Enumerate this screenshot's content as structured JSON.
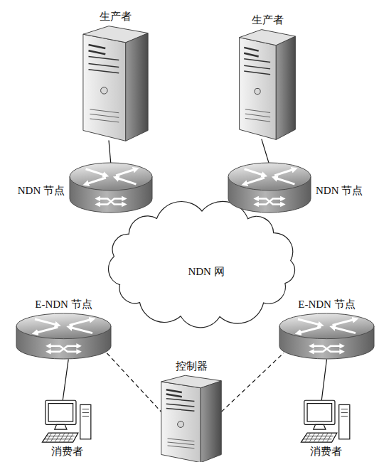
{
  "diagram": {
    "nodes": [
      {
        "text": [
          "生产者"
        ]
      },
      {
        "text": [
          "生产者"
        ]
      },
      {
        "text": [
          "NDN 节点"
        ]
      },
      {
        "text": [
          "NDN 节点"
        ]
      },
      {
        "text": [
          "NDN 网"
        ]
      },
      {
        "text": [
          "E-NDN 节点"
        ]
      },
      {
        "text": [
          "E-NDN 节点"
        ]
      },
      {
        "text": [
          "控制器"
        ]
      },
      {
        "text": [
          "消费者"
        ]
      },
      {
        "text": [
          "消费者"
        ]
      }
    ],
    "edges": [
      {
        "from": 0,
        "to": 2,
        "arrow": "none"
      },
      {
        "from": 1,
        "to": 3,
        "arrow": "none"
      },
      {
        "from": 5,
        "to": 8,
        "arrow": "none"
      },
      {
        "from": 6,
        "to": 9,
        "arrow": "none"
      },
      {
        "from": 5,
        "to": 7,
        "arrow": "none"
      },
      {
        "from": 7,
        "to": 6,
        "arrow": "none"
      }
    ]
  }
}
